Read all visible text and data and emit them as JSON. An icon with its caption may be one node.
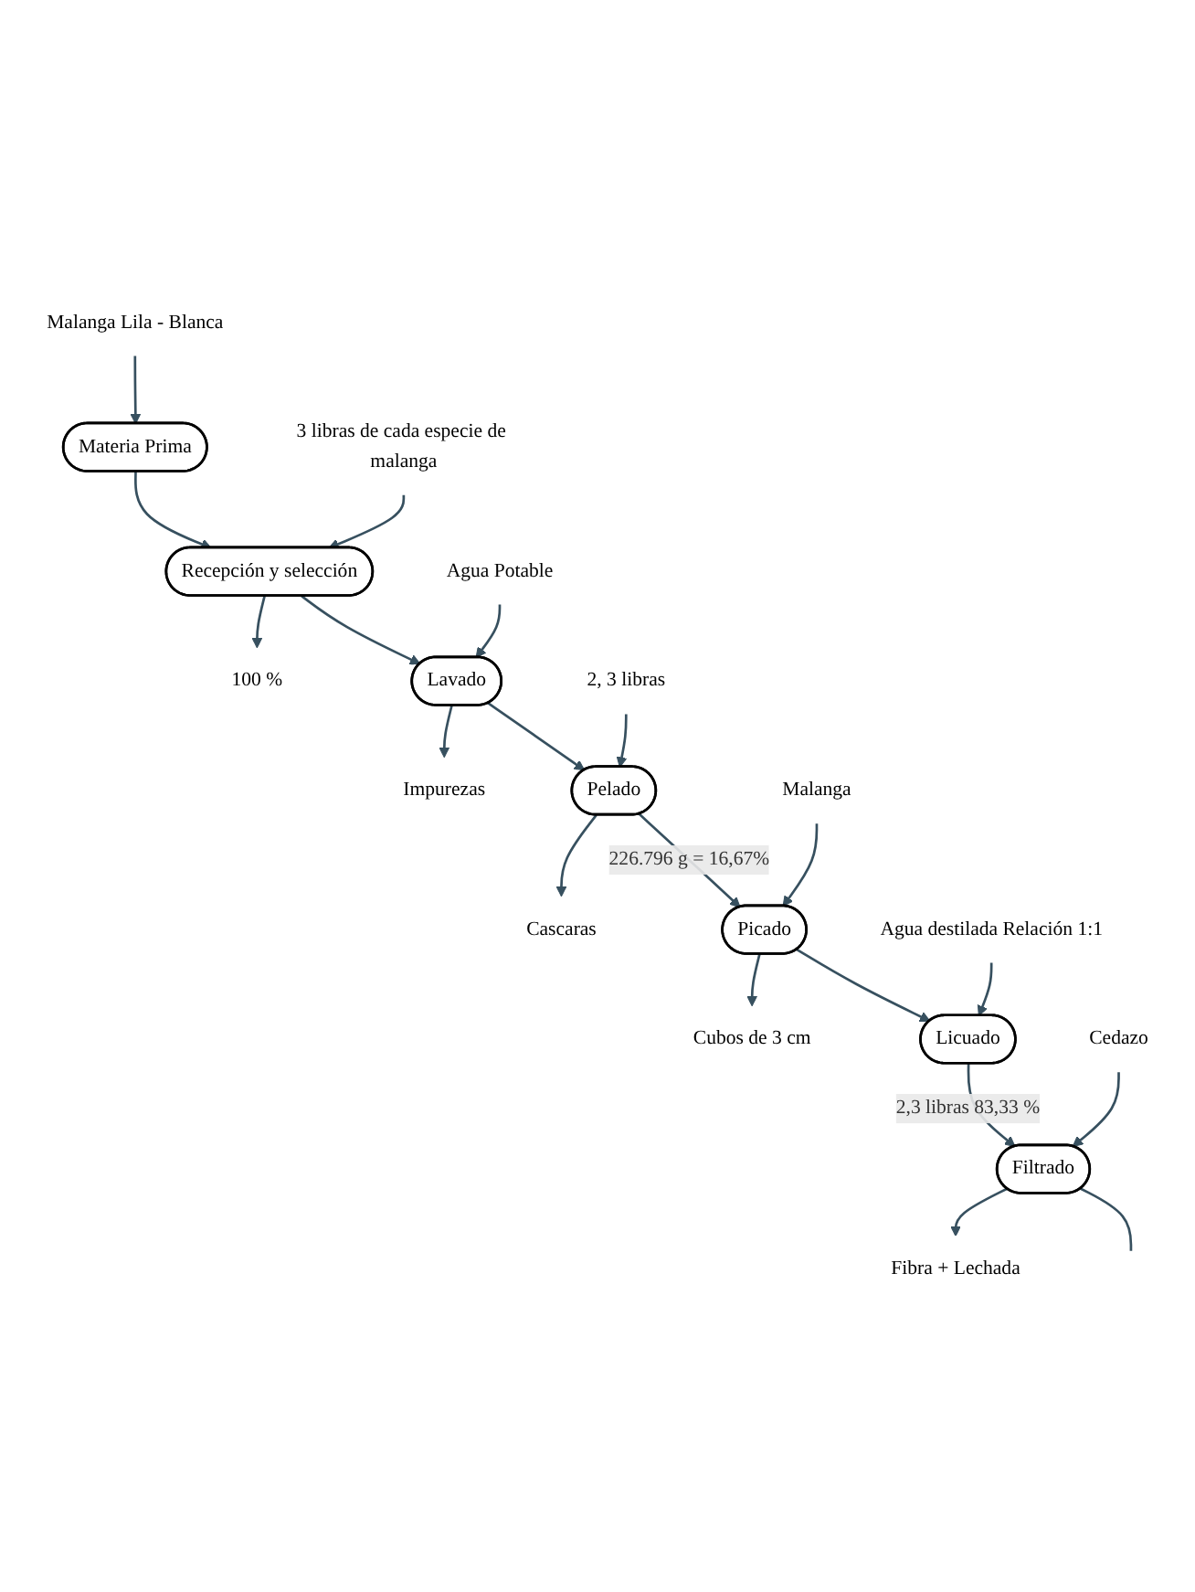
{
  "diagram": {
    "nodes": [
      {
        "text": [
          "Malanga Lila - Blanca"
        ]
      },
      {
        "text": [
          "Materia Prima"
        ]
      },
      {
        "text": [
          "3 libras de cada especie de malanga"
        ]
      },
      {
        "text": [
          "Recepción y selección"
        ]
      },
      {
        "text": [
          "100 %"
        ]
      },
      {
        "text": [
          "Agua Potable"
        ]
      },
      {
        "text": [
          "Lavado"
        ]
      },
      {
        "text": [
          "Impurezas"
        ]
      },
      {
        "text": [
          "2, 3 libras"
        ]
      },
      {
        "text": [
          "Pelado"
        ]
      },
      {
        "text": [
          "Cascaras"
        ]
      },
      {
        "text": [
          "Malanga"
        ]
      },
      {
        "text": [
          "Picado"
        ]
      },
      {
        "text": [
          "Cubos de 3 cm"
        ]
      },
      {
        "text": [
          "Agua destilada Relación 1:1"
        ]
      },
      {
        "text": [
          "Licuado"
        ]
      },
      {
        "text": [
          "Cedazo"
        ]
      },
      {
        "text": [
          "Filtrado"
        ]
      },
      {
        "text": [
          "Fibra + Lechada"
        ]
      }
    ],
    "edges": [
      {
        "from": 0,
        "to": 1,
        "arrow": "to"
      },
      {
        "from": 1,
        "to": 3,
        "arrow": "to"
      },
      {
        "from": 2,
        "to": 3,
        "arrow": "to"
      },
      {
        "from": 3,
        "to": 4,
        "arrow": "to"
      },
      {
        "from": 3,
        "to": 6,
        "arrow": "to"
      },
      {
        "from": 5,
        "to": 6,
        "arrow": "to"
      },
      {
        "from": 6,
        "to": 7,
        "arrow": "to"
      },
      {
        "from": 6,
        "to": 9,
        "arrow": "to"
      },
      {
        "from": 8,
        "to": 9,
        "arrow": "to"
      },
      {
        "from": 9,
        "to": 10,
        "arrow": "to"
      },
      {
        "from": 9,
        "to": 12,
        "arrow": "to",
        "label": "226.796 g = 16,67%"
      },
      {
        "from": 11,
        "to": 12,
        "arrow": "to"
      },
      {
        "from": 12,
        "to": 13,
        "arrow": "to"
      },
      {
        "from": 12,
        "to": 15,
        "arrow": "to"
      },
      {
        "from": 14,
        "to": 15,
        "arrow": "to"
      },
      {
        "from": 15,
        "to": 17,
        "arrow": "to",
        "label": "2,3 libras 83,33 %"
      },
      {
        "from": 16,
        "to": 17,
        "arrow": "to"
      },
      {
        "from": 17,
        "to": 18,
        "arrow": "to"
      },
      {
        "from": 17,
        "to": null,
        "arrow": "none"
      }
    ]
  }
}
